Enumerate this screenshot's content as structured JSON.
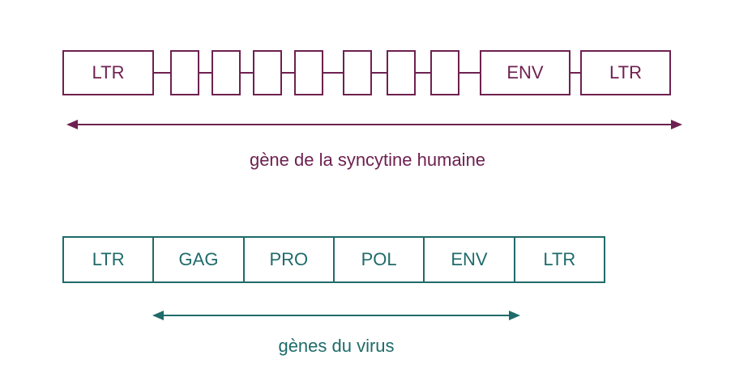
{
  "human_gene": {
    "segments": [
      "LTR",
      "",
      "",
      "",
      "",
      "",
      "",
      "",
      "ENV",
      "LTR"
    ],
    "caption": "gène de la syncytine humaine",
    "color": "#6e2150"
  },
  "virus_genes": {
    "segments": [
      "LTR",
      "GAG",
      "PRO",
      "POL",
      "ENV",
      "LTR"
    ],
    "caption": "gènes du virus",
    "color": "#1f6b6a"
  }
}
